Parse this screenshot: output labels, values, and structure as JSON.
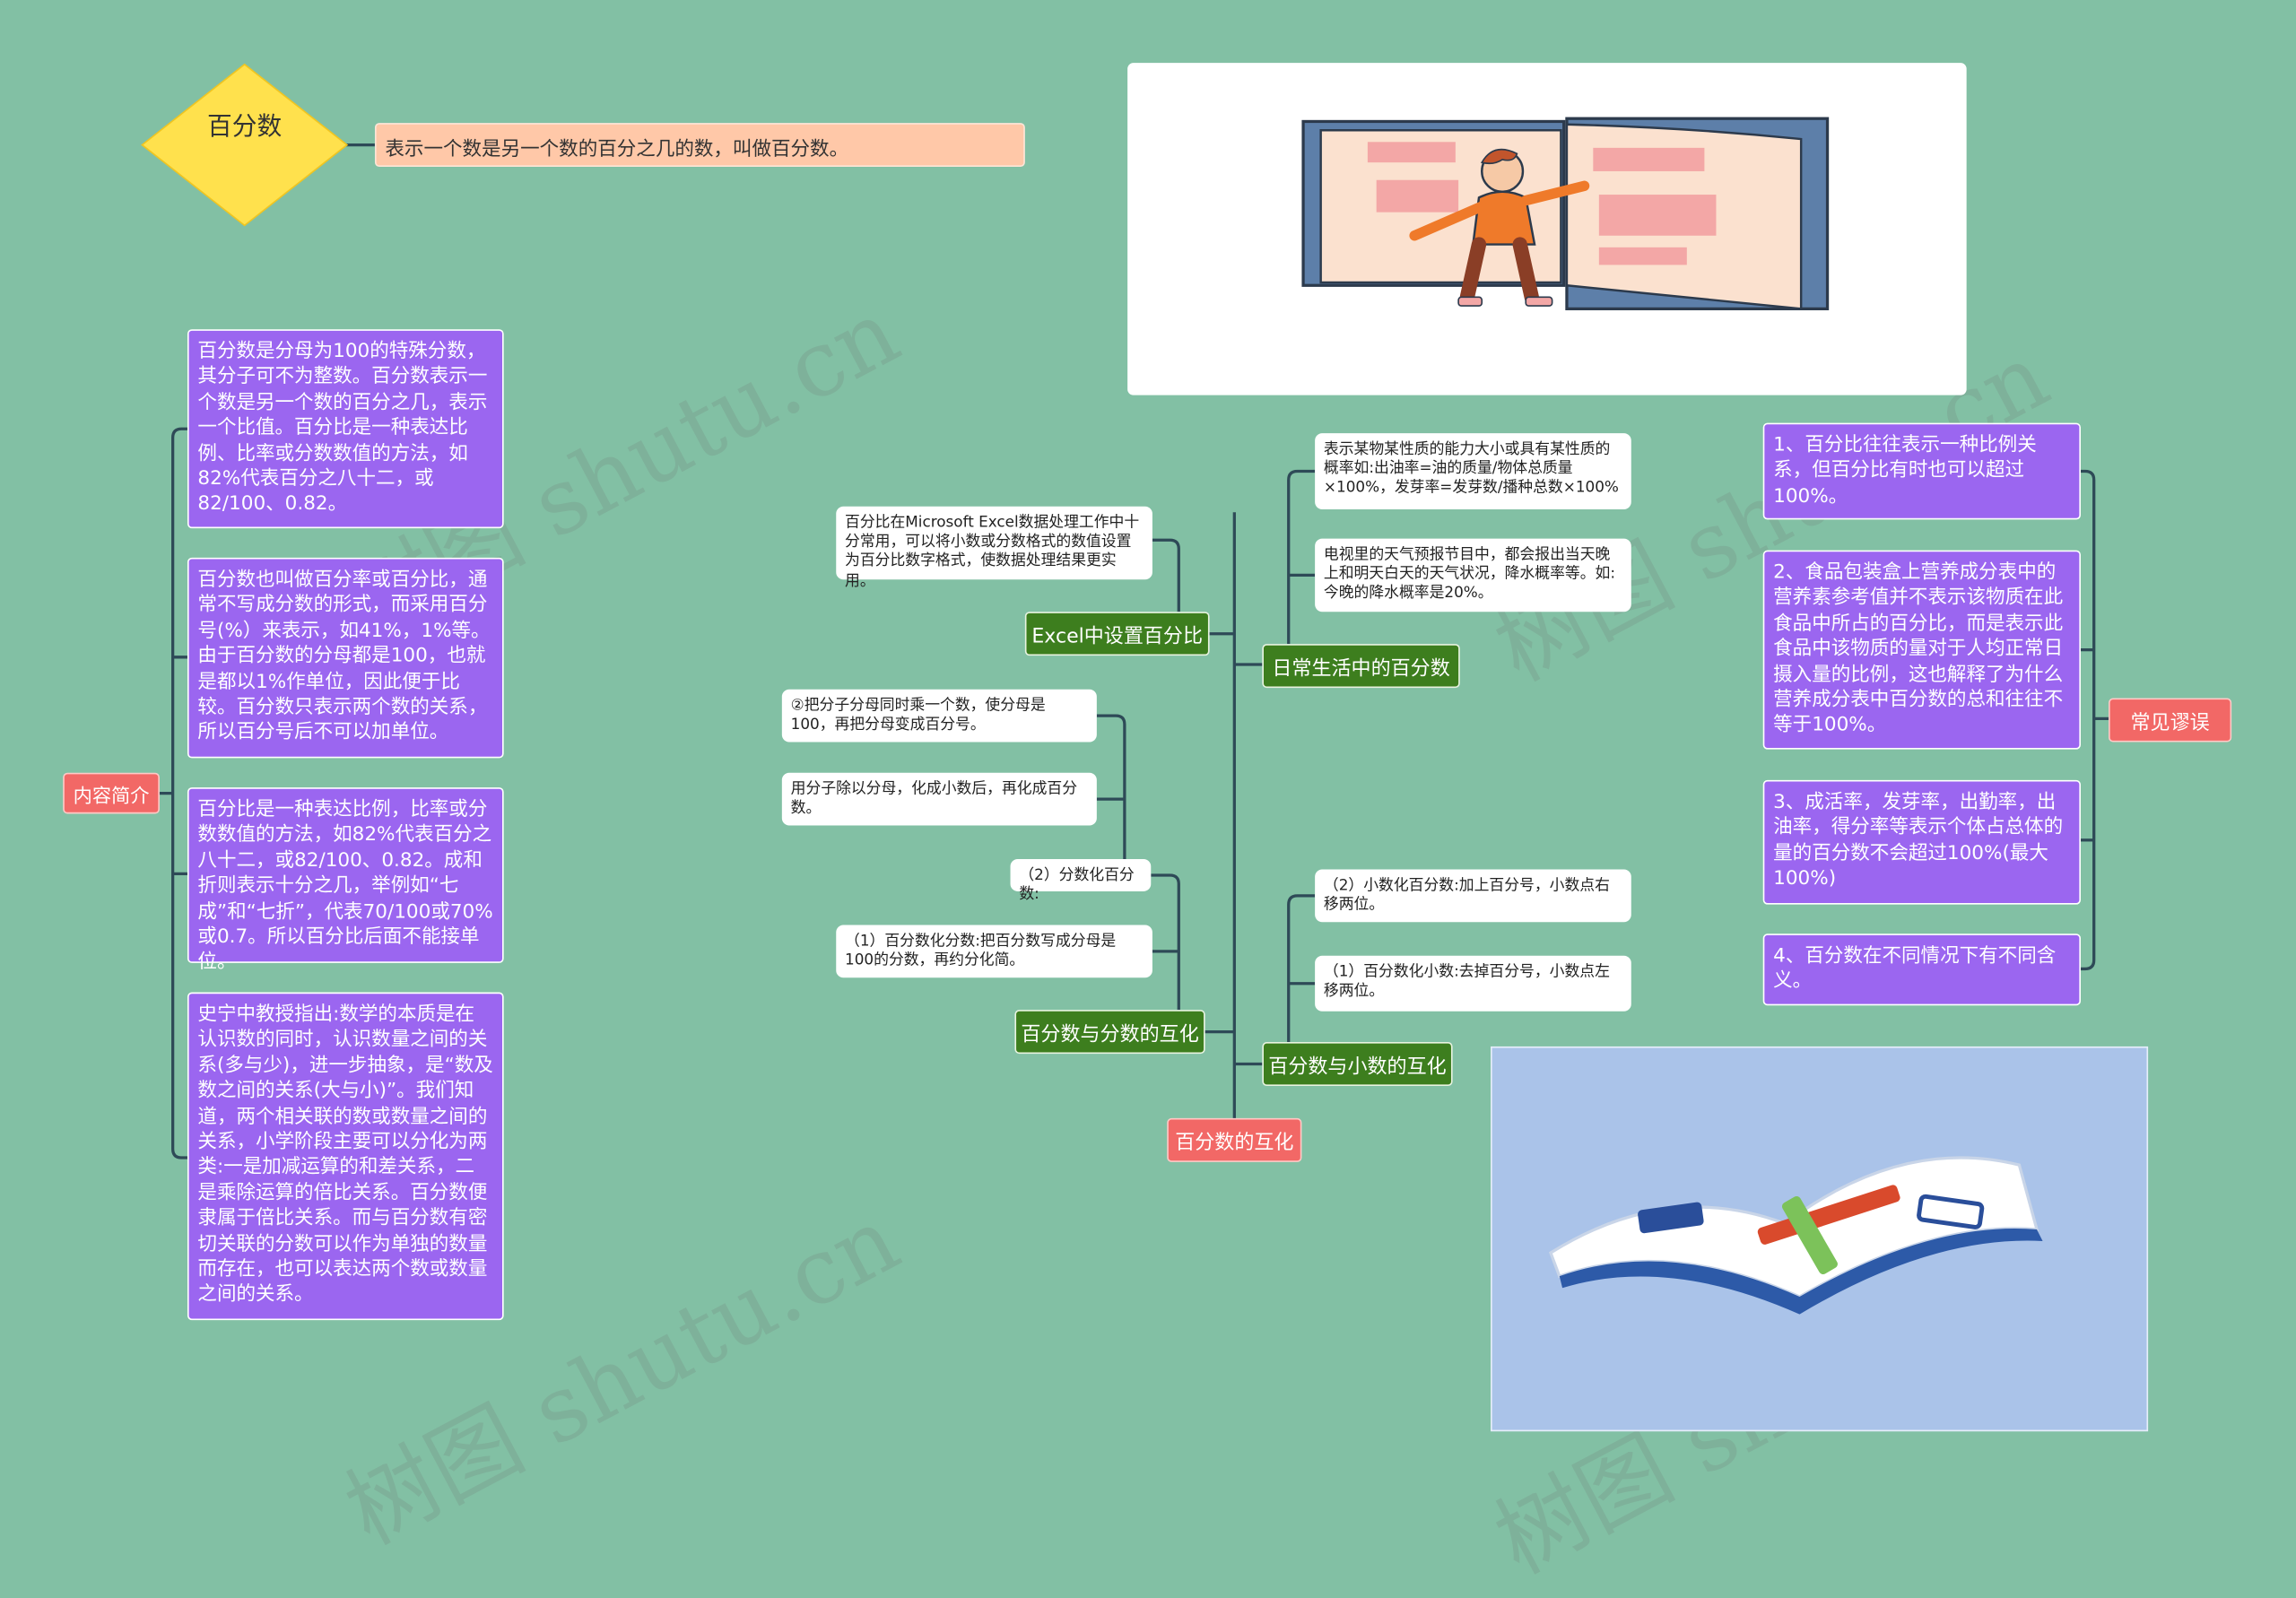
{
  "root": {
    "title": "百分数"
  },
  "definition": "表示一个数是另一个数的百分之几的数，叫做百分数。",
  "intro": {
    "label": "内容简介",
    "items": [
      "百分数是分母为100的特殊分数，其分子可不为整数。百分数表示一个数是另一个数的百分之几，表示一个比值。百分比是一种表达比例、比率或分数数值的方法，如82%代表百分之八十二，或82/100、0.82。",
      "百分数也叫做百分率或百分比，通常不写成分数的形式，而采用百分号(%）来表示，如41%，1%等。由于百分数的分母都是100，也就是都以1%作单位，因此便于比较。百分数只表示两个数的关系，所以百分号后不可以加单位。",
      "百分比是一种表达比例，比率或分数数值的方法，如82%代表百分之八十二，或82/100、0.82。成和折则表示十分之几，举例如“七成”和“七折”，代表70/100或70%或0.7。所以百分比后面不能接单位。",
      "史宁中教授指出:数学的本质是在认识数的同时，认识数量之间的关系(多与少)，进一步抽象，是“数及数之间的关系(大与小)”。我们知道，两个相关联的数或数量之间的关系，小学阶段主要可以分化为两类:一是加减运算的和差关系，二是乘除运算的倍比关系。百分数便隶属于倍比关系。而与百分数有密切关联的分数可以作为单独的数量而存在，也可以表达两个数或数量之间的关系。"
    ]
  },
  "center": {
    "label": "百分数的互化",
    "excel": {
      "label": "Excel中设置百分比",
      "note": "百分比在Microsoft Excel数据处理工作中十分常用，可以将小数或分数格式的数值设置为百分比数字格式，使数据处理结果更实用。"
    },
    "fraction": {
      "label": "百分数与分数的互化",
      "sub1": "（2）分数化百分数:",
      "sub1_notes": [
        "②把分子分母同时乘一个数，使分母是100，再把分母变成百分号。",
        "用分子除以分母，化成小数后，再化成百分数。"
      ],
      "sub2": "（1）百分数化分数:把百分数写成分母是100的分数，再约分化简。"
    },
    "daily": {
      "label": "日常生活中的百分数",
      "notes": [
        "表示某物某性质的能力大小或具有某性质的概率如:出油率=油的质量/物体总质量×100%，发芽率=发芽数/播种总数×100%",
        "电视里的天气预报节目中，都会报出当天晚上和明天白天的天气状况，降水概率等。如:今晚的降水概率是20%。"
      ]
    },
    "decimal": {
      "label": "百分数与小数的互化",
      "notes": [
        "（2）小数化百分数:加上百分号，小数点右移两位。",
        "（1）百分数化小数:去掉百分号，小数点左移两位。"
      ]
    }
  },
  "mistakes": {
    "label": "常见谬误",
    "items": [
      "1、百分比往往表示一种比例关系，但百分比有时也可以超过100%。",
      "2、食品包装盒上营养成分表中的营养素参考值并不表示该物质在此食品中所占的百分比，而是表示此食品中该物质的量对于人均正常日摄入量的比例，这也解释了为什么营养成分表中百分数的总和往往不等于100%。",
      "3、成活率，发芽率，出勤率，出油率，得分率等表示个体占总体的量的百分数不会超过100%(最大100%)",
      "4、百分数在不同情况下有不同含义。"
    ]
  },
  "watermark": "树图 shutu.cn",
  "colors": {
    "background": "#82c0a4",
    "purple": "#9b66f0",
    "green": "#3d7e1e",
    "red": "#f26866",
    "root": "#ffe14d",
    "definition": "#ffc8a8",
    "line": "#2e4a57"
  }
}
